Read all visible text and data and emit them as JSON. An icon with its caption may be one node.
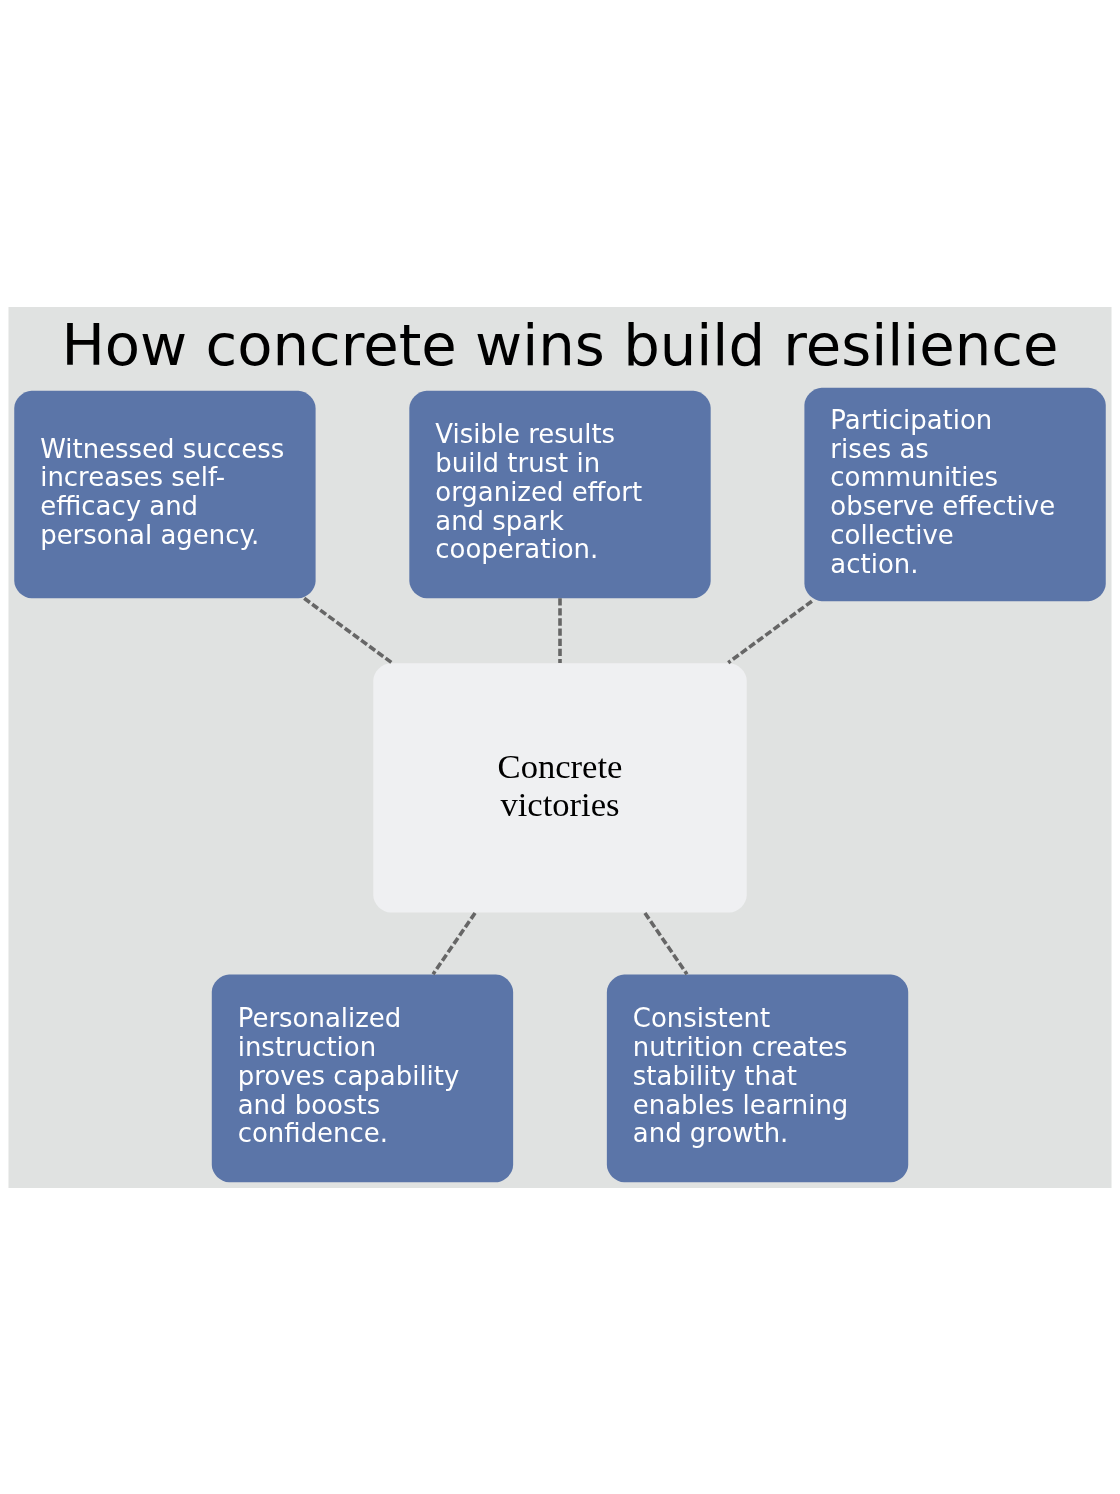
{
  "diagram": {
    "title": "How concrete wins build resilience",
    "nodes": [
      {
        "text": [
          "Witnessed success increases self-efficacy and personal agency."
        ]
      },
      {
        "text": [
          "Visible results build trust in organized effort and spark cooperation."
        ]
      },
      {
        "text": [
          "Participation rises as communities observe effective collective action."
        ]
      },
      {
        "text": [
          "Concrete victories"
        ]
      },
      {
        "text": [
          "Personalized instruction proves capability and boosts confidence."
        ]
      },
      {
        "text": [
          "Consistent nutrition creates stability that enables learning and growth."
        ]
      }
    ],
    "edges": [
      {
        "from": 0,
        "to": 3,
        "arrow": "none",
        "style": "dashed"
      },
      {
        "from": 1,
        "to": 3,
        "arrow": "none",
        "style": "dashed"
      },
      {
        "from": 2,
        "to": 3,
        "arrow": "none",
        "style": "dashed"
      },
      {
        "from": 3,
        "to": 4,
        "arrow": "none",
        "style": "dashed"
      },
      {
        "from": 3,
        "to": 5,
        "arrow": "none",
        "style": "dashed"
      }
    ]
  }
}
